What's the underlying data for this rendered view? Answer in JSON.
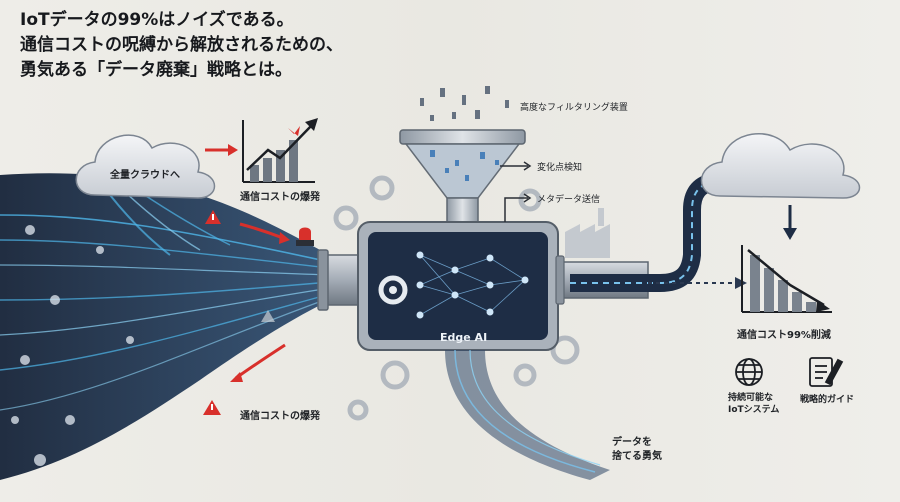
{
  "title": {
    "line1": "IoTデータの99%はノイズである。",
    "line2": "通信コストの呪縛から解放されるための、",
    "line3": "勇気ある「データ廃棄」戦略とは。"
  },
  "labels": {
    "cloud_left": "全量クラウドへ",
    "cost_explosion_top": "通信コストの爆発",
    "cost_explosion_bottom": "通信コストの爆発",
    "filter_device": "高度なフィルタリング装置",
    "change_detection": "変化点検知",
    "metadata_send": "メタデータ送信",
    "edge_ai": "Edge AI",
    "cost_reduction": "通信コスト99%削減",
    "sustainable_line1": "持続可能な",
    "sustainable_line2": "IoTシステム",
    "strategic_guide": "戦略的ガイド",
    "discard_line1": "データを",
    "discard_line2": "捨てる勇気"
  },
  "icons": {
    "cloud_left": "cloud-icon",
    "cloud_right": "cloud-icon",
    "globe": "globe-icon",
    "document": "document-icon",
    "warning": "warning-icon",
    "alarm": "alarm-icon",
    "gear": "gear-icon",
    "chart_up": "chart-rising-icon",
    "chart_down": "chart-falling-icon",
    "factory": "factory-icon"
  },
  "colors": {
    "accent_red": "#d8302b",
    "stream_blue": "#3aa7e0",
    "dark_navy": "#1c2a3e",
    "steel": "#9aa3ad"
  }
}
